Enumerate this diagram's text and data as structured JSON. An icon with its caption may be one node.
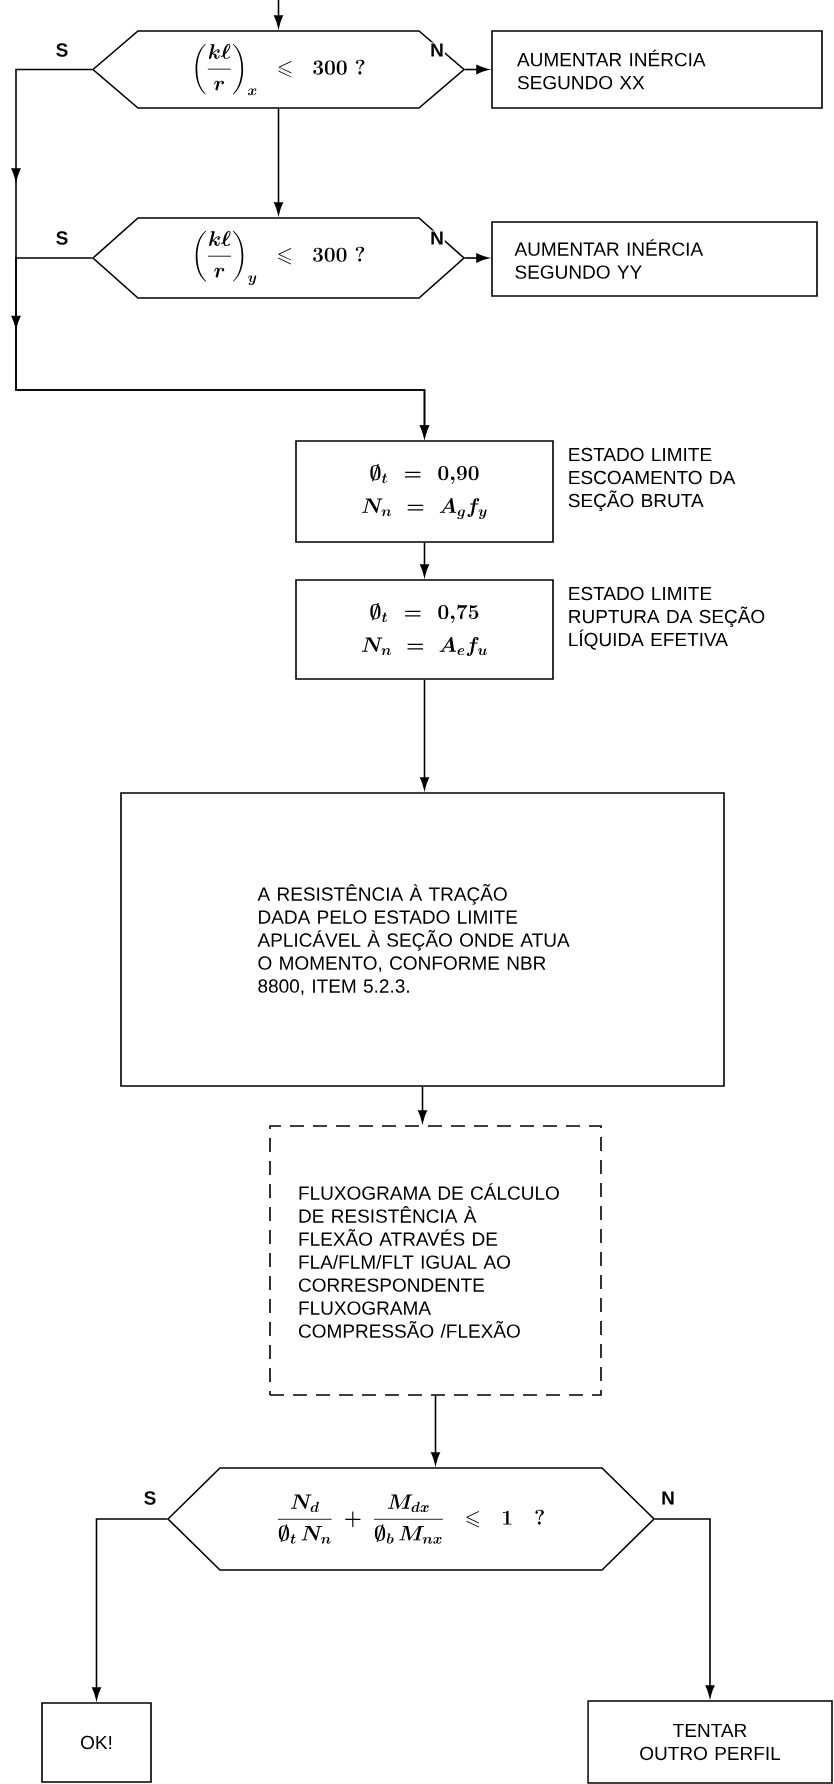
{
  "diagram": {
    "nodes": [
      {
        "text": [
          "\\left(\\dfrac{k\\ell}{r}\\right)_{x} \\leqslant 300\\ ?"
        ]
      },
      {
        "text": [
          "AUMENTAR INÉRCIA SEGUNDO XX"
        ]
      },
      {
        "text": [
          "\\left(\\dfrac{k\\ell}{r}\\right)_{y} \\leqslant 300\\ ?"
        ]
      },
      {
        "text": [
          "AUMENTAR INÉRCIA SEGUNDO YY"
        ]
      },
      {
        "text": [
          "\\emptyset_t = 0{,}90",
          "N_n = A_g f_y"
        ],
        "beside": [
          "ESTADO LIMITE ESCOAMENTO DA SEÇÃO BRUTA"
        ]
      },
      {
        "text": [
          "\\emptyset_t = 0{,}75",
          "N_n = A_e f_u"
        ],
        "beside": [
          "ESTADO LIMITE RUPTURA DA SEÇÃO LÍQUIDA EFETIVA"
        ]
      },
      {
        "text": [
          "A RESISTÊNCIA À TRAÇÃO DADA PELO ESTADO LIMITE APLICÁVEL À SEÇÃO ONDE ATUA O MOMENTO, CONFORME NBR 8800, ITEM 5.2.3."
        ]
      },
      {
        "text": [
          "FLUXOGRAMA DE CÁLCULO DE RESISTÊNCIA À FLEXÃO ATRAVÉS DE FLA/FLM/FLT IGUAL AO CORRESPONDENTE FLUXOGRAMA COMPRESSÃO /FLEXÃO"
        ]
      },
      {
        "text": [
          "\\dfrac{N_d}{\\emptyset_t\\, N_n} + \\dfrac{M_{dx}}{\\emptyset_b\\, M_{nx}} \\leqslant 1 \\quad ?"
        ]
      },
      {
        "text": [
          "OK!"
        ]
      },
      {
        "text": [
          "TENTAR OUTRO PERFIL"
        ]
      }
    ],
    "edges": [
      {
        "from": null,
        "to": 0,
        "arrow": "to"
      },
      {
        "from": 0,
        "to": 1,
        "arrow": "to",
        "label": "N"
      },
      {
        "from": 0,
        "to": 2,
        "arrow": "to"
      },
      {
        "from": 0,
        "to": 4,
        "arrow": "to",
        "label": "S"
      },
      {
        "from": 2,
        "to": 3,
        "arrow": "to",
        "label": "N"
      },
      {
        "from": 2,
        "to": 4,
        "arrow": "to",
        "label": "S"
      },
      {
        "from": 4,
        "to": 5,
        "arrow": "to"
      },
      {
        "from": 5,
        "to": 6,
        "arrow": "to"
      },
      {
        "from": 6,
        "to": 7,
        "arrow": "to"
      },
      {
        "from": 7,
        "to": 8,
        "arrow": "to"
      },
      {
        "from": 8,
        "to": 9,
        "arrow": "to",
        "label": "S"
      },
      {
        "from": 8,
        "to": 10,
        "arrow": "to",
        "label": "N"
      }
    ]
  }
}
